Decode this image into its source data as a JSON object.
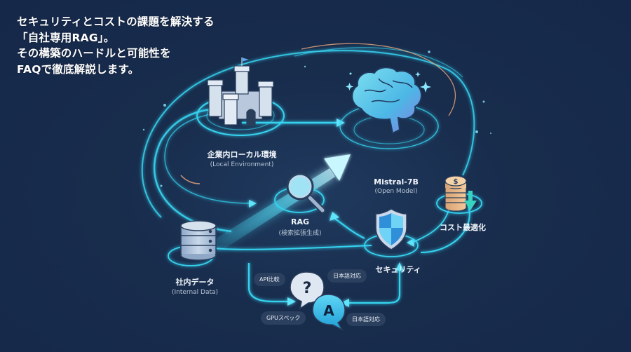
{
  "headline": {
    "lines": [
      "セキュリティとコストの課題を解決する",
      "「自社専用RAG」。",
      "その構築のハードルと可能性を",
      "FAQで徹底解説します。"
    ]
  },
  "nodes": {
    "local_env": {
      "label": "企業内ローカル環境",
      "sublabel": "(Local Environment)",
      "icon": "castle-icon"
    },
    "model": {
      "label": "Mistral-7B",
      "sublabel": "(Open Model)",
      "icon": "brain-icon"
    },
    "cost": {
      "label": "コスト最適化",
      "icon": "coins-down-icon"
    },
    "rag": {
      "label": "RAG",
      "sublabel": "(検索拡張生成)",
      "icon": "magnifier-icon"
    },
    "security": {
      "label": "セキュリティ",
      "icon": "shield-icon"
    },
    "internal_data": {
      "label": "社内データ",
      "sublabel": "(Internal Data)",
      "icon": "database-icon"
    }
  },
  "faq": {
    "icon": "qa-bubbles-icon",
    "question_glyph": "?",
    "answer_glyph": "A",
    "tags": [
      "API比較",
      "日本語対応",
      "GPUスペック",
      "日本語対応"
    ]
  },
  "colors": {
    "background": "#182c4c",
    "glow": "#35d3f0",
    "accent_orange": "#e8a57a",
    "label_text": "#f2f6fb",
    "bubble_bg": "#2b3f5e"
  }
}
